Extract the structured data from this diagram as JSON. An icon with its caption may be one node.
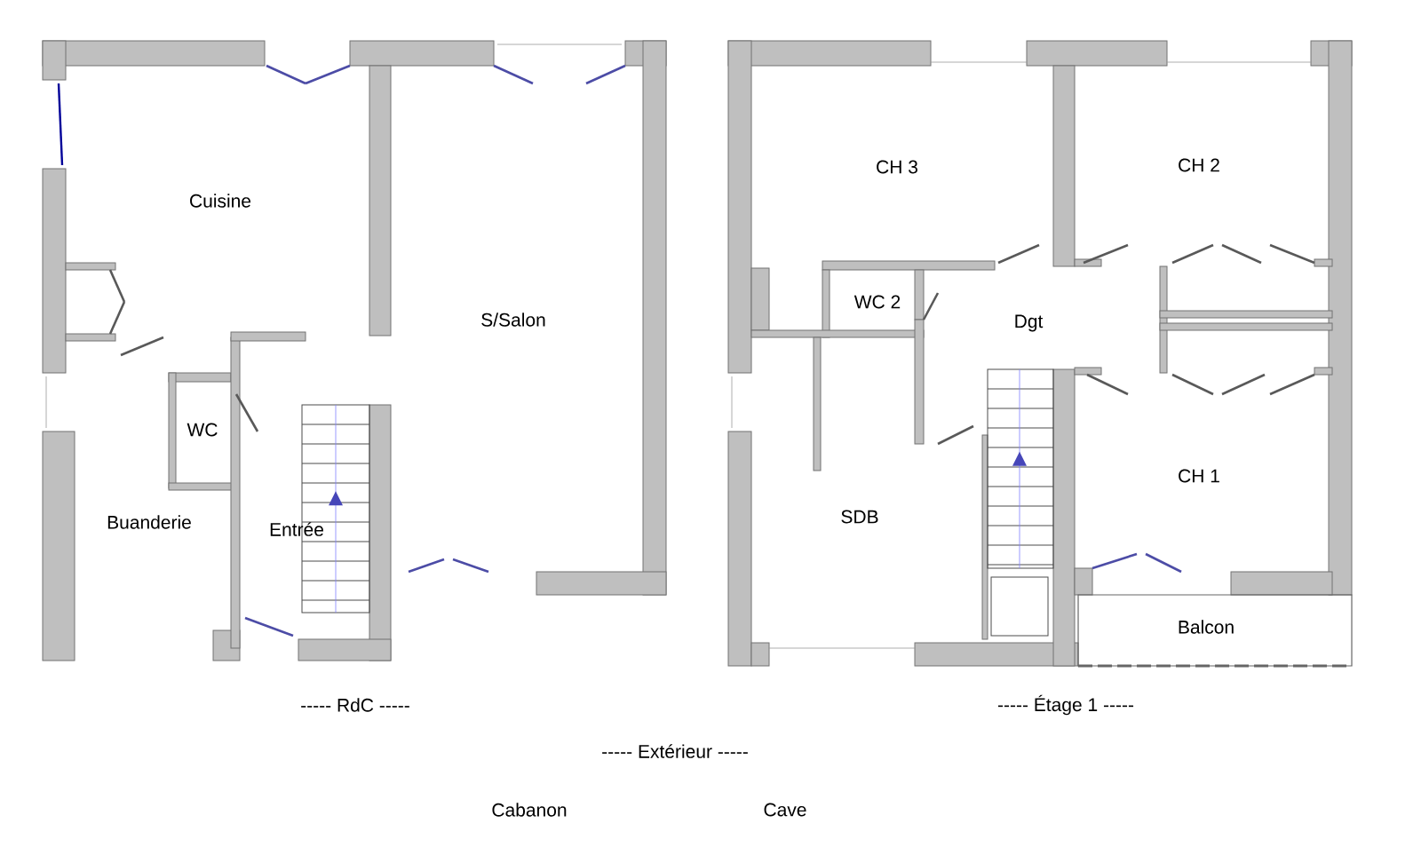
{
  "diagram": {
    "labels": [
      "Cuisine",
      "CH 3",
      "CH 2",
      "S/Salon",
      "WC 2",
      "Dgt",
      "WC",
      "CH 1",
      "SDB",
      "Buanderie",
      "Entrée",
      "Balcon",
      "----- RdC -----",
      "----- Étage 1 -----",
      "----- Extérieur -----",
      "Cabanon",
      "Cave"
    ]
  }
}
